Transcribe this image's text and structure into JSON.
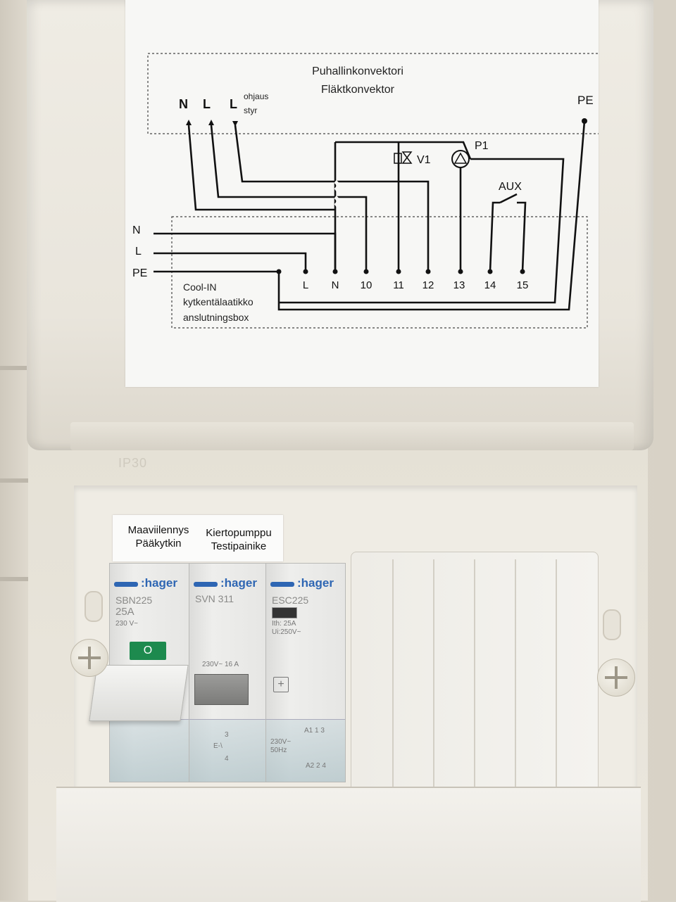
{
  "diagram": {
    "title_fi": "Puhallinkonvektori",
    "title_sv": "Fläktkonvektor",
    "top_terminals": [
      "N",
      "L",
      "L"
    ],
    "control_label_fi": "ohjaus",
    "control_label_sv": "styr",
    "pe_top": "PE",
    "valve": "V1",
    "pump": "P1",
    "aux": "AUX",
    "left_inputs": [
      "N",
      "L",
      "PE"
    ],
    "terminal_row": [
      "L",
      "N",
      "10",
      "11",
      "12",
      "13",
      "14",
      "15"
    ],
    "box_label": [
      "Cool-IN",
      "kytkentälaatikko",
      "anslutningsbox"
    ]
  },
  "labels": {
    "left": [
      "Maaviilennys",
      "Pääkytkin"
    ],
    "right": [
      "Kiertopumppu",
      "Testipainike"
    ]
  },
  "ip_mark": "IP30",
  "breakers": [
    {
      "brand": ":hager",
      "model": "SBN225",
      "rating": "25A",
      "voltage": "230 V~",
      "handle_mark": "O"
    },
    {
      "brand": ":hager",
      "model": "SVN 311",
      "rating": "230V~ 16 A",
      "terminals": [
        "3",
        "4"
      ],
      "contact": "E-\\"
    },
    {
      "brand": ":hager",
      "model": "ESC225",
      "rating_ith": "Ith: 25A",
      "rating_ui": "Ui:250V~",
      "coil": "230V~ 50Hz",
      "terminals": [
        "A2",
        "2",
        "4"
      ],
      "top_terminals": [
        "A1",
        "1",
        "3"
      ]
    }
  ],
  "colors": {
    "hager_blue": "#2e66b3",
    "switch_green": "#1d8a4e"
  }
}
